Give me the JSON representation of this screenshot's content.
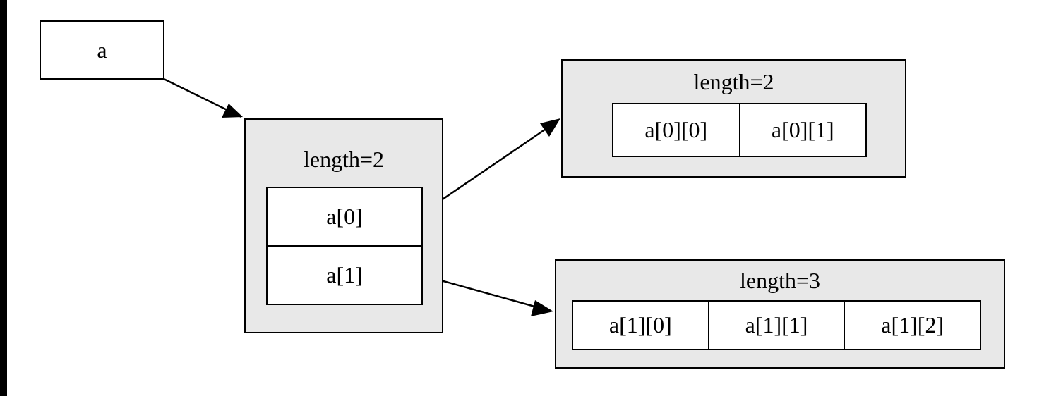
{
  "root": {
    "label": "a"
  },
  "outer": {
    "length_label": "length=2",
    "cells": [
      "a[0]",
      "a[1]"
    ]
  },
  "inner0": {
    "length_label": "length=2",
    "cells": [
      "a[0][0]",
      "a[0][1]"
    ]
  },
  "inner1": {
    "length_label": "length=3",
    "cells": [
      "a[1][0]",
      "a[1][1]",
      "a[1][2]"
    ]
  },
  "colors": {
    "cluster_fill": "#e8e8e8",
    "stroke": "#000000",
    "background": "#ffffff"
  }
}
